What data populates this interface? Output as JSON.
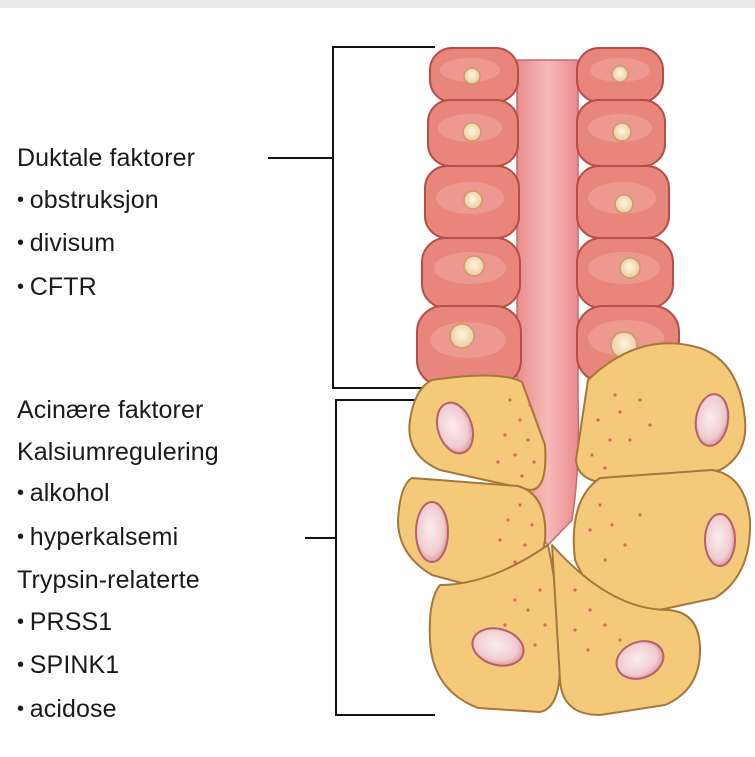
{
  "ductal": {
    "heading": "Duktale faktorer",
    "items": [
      "obstruksjon",
      "divisum",
      "CFTR"
    ]
  },
  "acinar": {
    "heading": "Acinære faktorer",
    "calcium": {
      "heading": "Kalsiumregulering",
      "items": [
        "alkohol",
        "hyperkalsemi"
      ]
    },
    "trypsin": {
      "heading": "Trypsin-relaterte",
      "items": [
        "PRSS1",
        "SPINK1",
        "acidose"
      ]
    }
  },
  "colors": {
    "duct_cell_fill": "#e8867c",
    "duct_cell_stroke": "#b54d48",
    "duct_lumen": "#f2a8a6",
    "acinar_cell_fill": "#f5c97a",
    "acinar_cell_stroke": "#a5773a",
    "nucleus_fill": "#f3d6d8",
    "nucleus_stroke": "#b7606a",
    "granule": "#d9655f",
    "bracket_line": "#111111"
  }
}
